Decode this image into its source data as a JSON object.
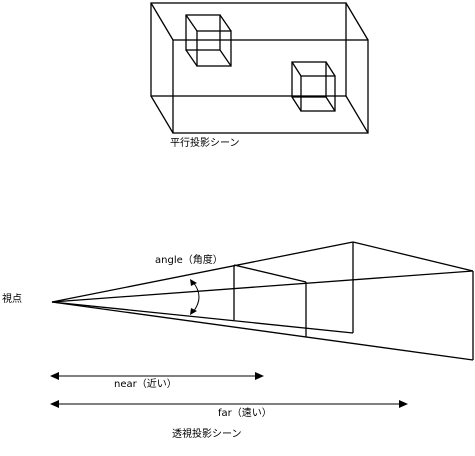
{
  "parallel_scene": {
    "caption": "平行投影シーン"
  },
  "perspective_scene": {
    "caption": "透視投影シーン",
    "viewpoint_label": "視点",
    "angle_label": "angle（角度）",
    "near_label": "near（近い）",
    "far_label": "far（遠い）"
  }
}
